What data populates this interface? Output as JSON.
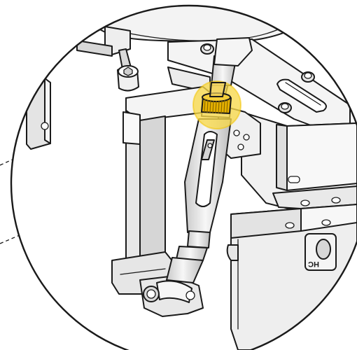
{
  "illustration": {
    "stamp_text": "HC",
    "colors": {
      "background": "#ffffff",
      "outline": "#1a1a1a",
      "part_light": "#f1f1f1",
      "part_mid": "#dcdcdc",
      "part_dark": "#bdbdbd",
      "highlight_fill": "#f7d94a",
      "highlight_ring": "#f2c200",
      "knurl": "#d9a800"
    },
    "icons": [
      "detail-circle",
      "turnbuckle",
      "bracket",
      "hex-bolt",
      "callout-leader"
    ]
  }
}
